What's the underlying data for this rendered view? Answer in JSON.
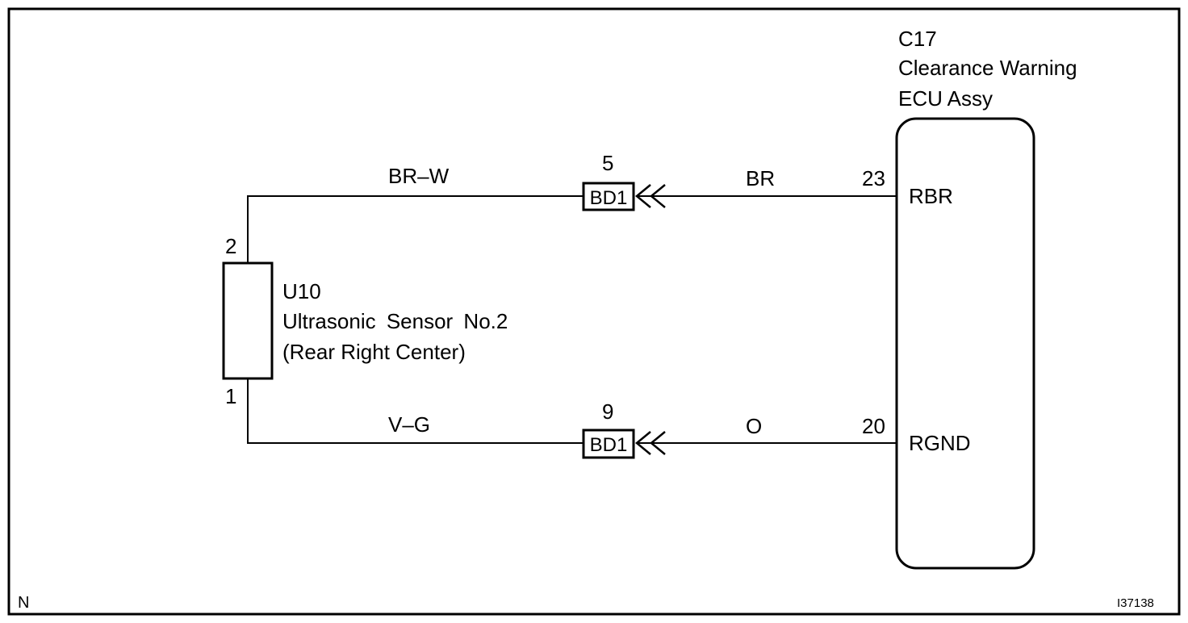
{
  "colors": {
    "ink": "#000000",
    "paper": "#ffffff"
  },
  "ecu": {
    "code": "C17",
    "name_line1": "Clearance Warning",
    "name_line2": "ECU Assy",
    "pins": [
      {
        "number": "23",
        "name": "RBR"
      },
      {
        "number": "20",
        "name": "RGND"
      }
    ]
  },
  "sensor": {
    "code": "U10",
    "name": "Ultrasonic Sensor No.2",
    "location": "(Rear Right Center)",
    "pins": [
      "2",
      "1"
    ]
  },
  "connectors": [
    {
      "label": "BD1",
      "pin": "5"
    },
    {
      "label": "BD1",
      "pin": "9"
    }
  ],
  "wires": [
    {
      "color_sensor_side": "BR–W",
      "color_ecu_side": "BR"
    },
    {
      "color_sensor_side": "V–G",
      "color_ecu_side": "O"
    }
  ],
  "footer": {
    "left": "N",
    "right": "I37138"
  }
}
